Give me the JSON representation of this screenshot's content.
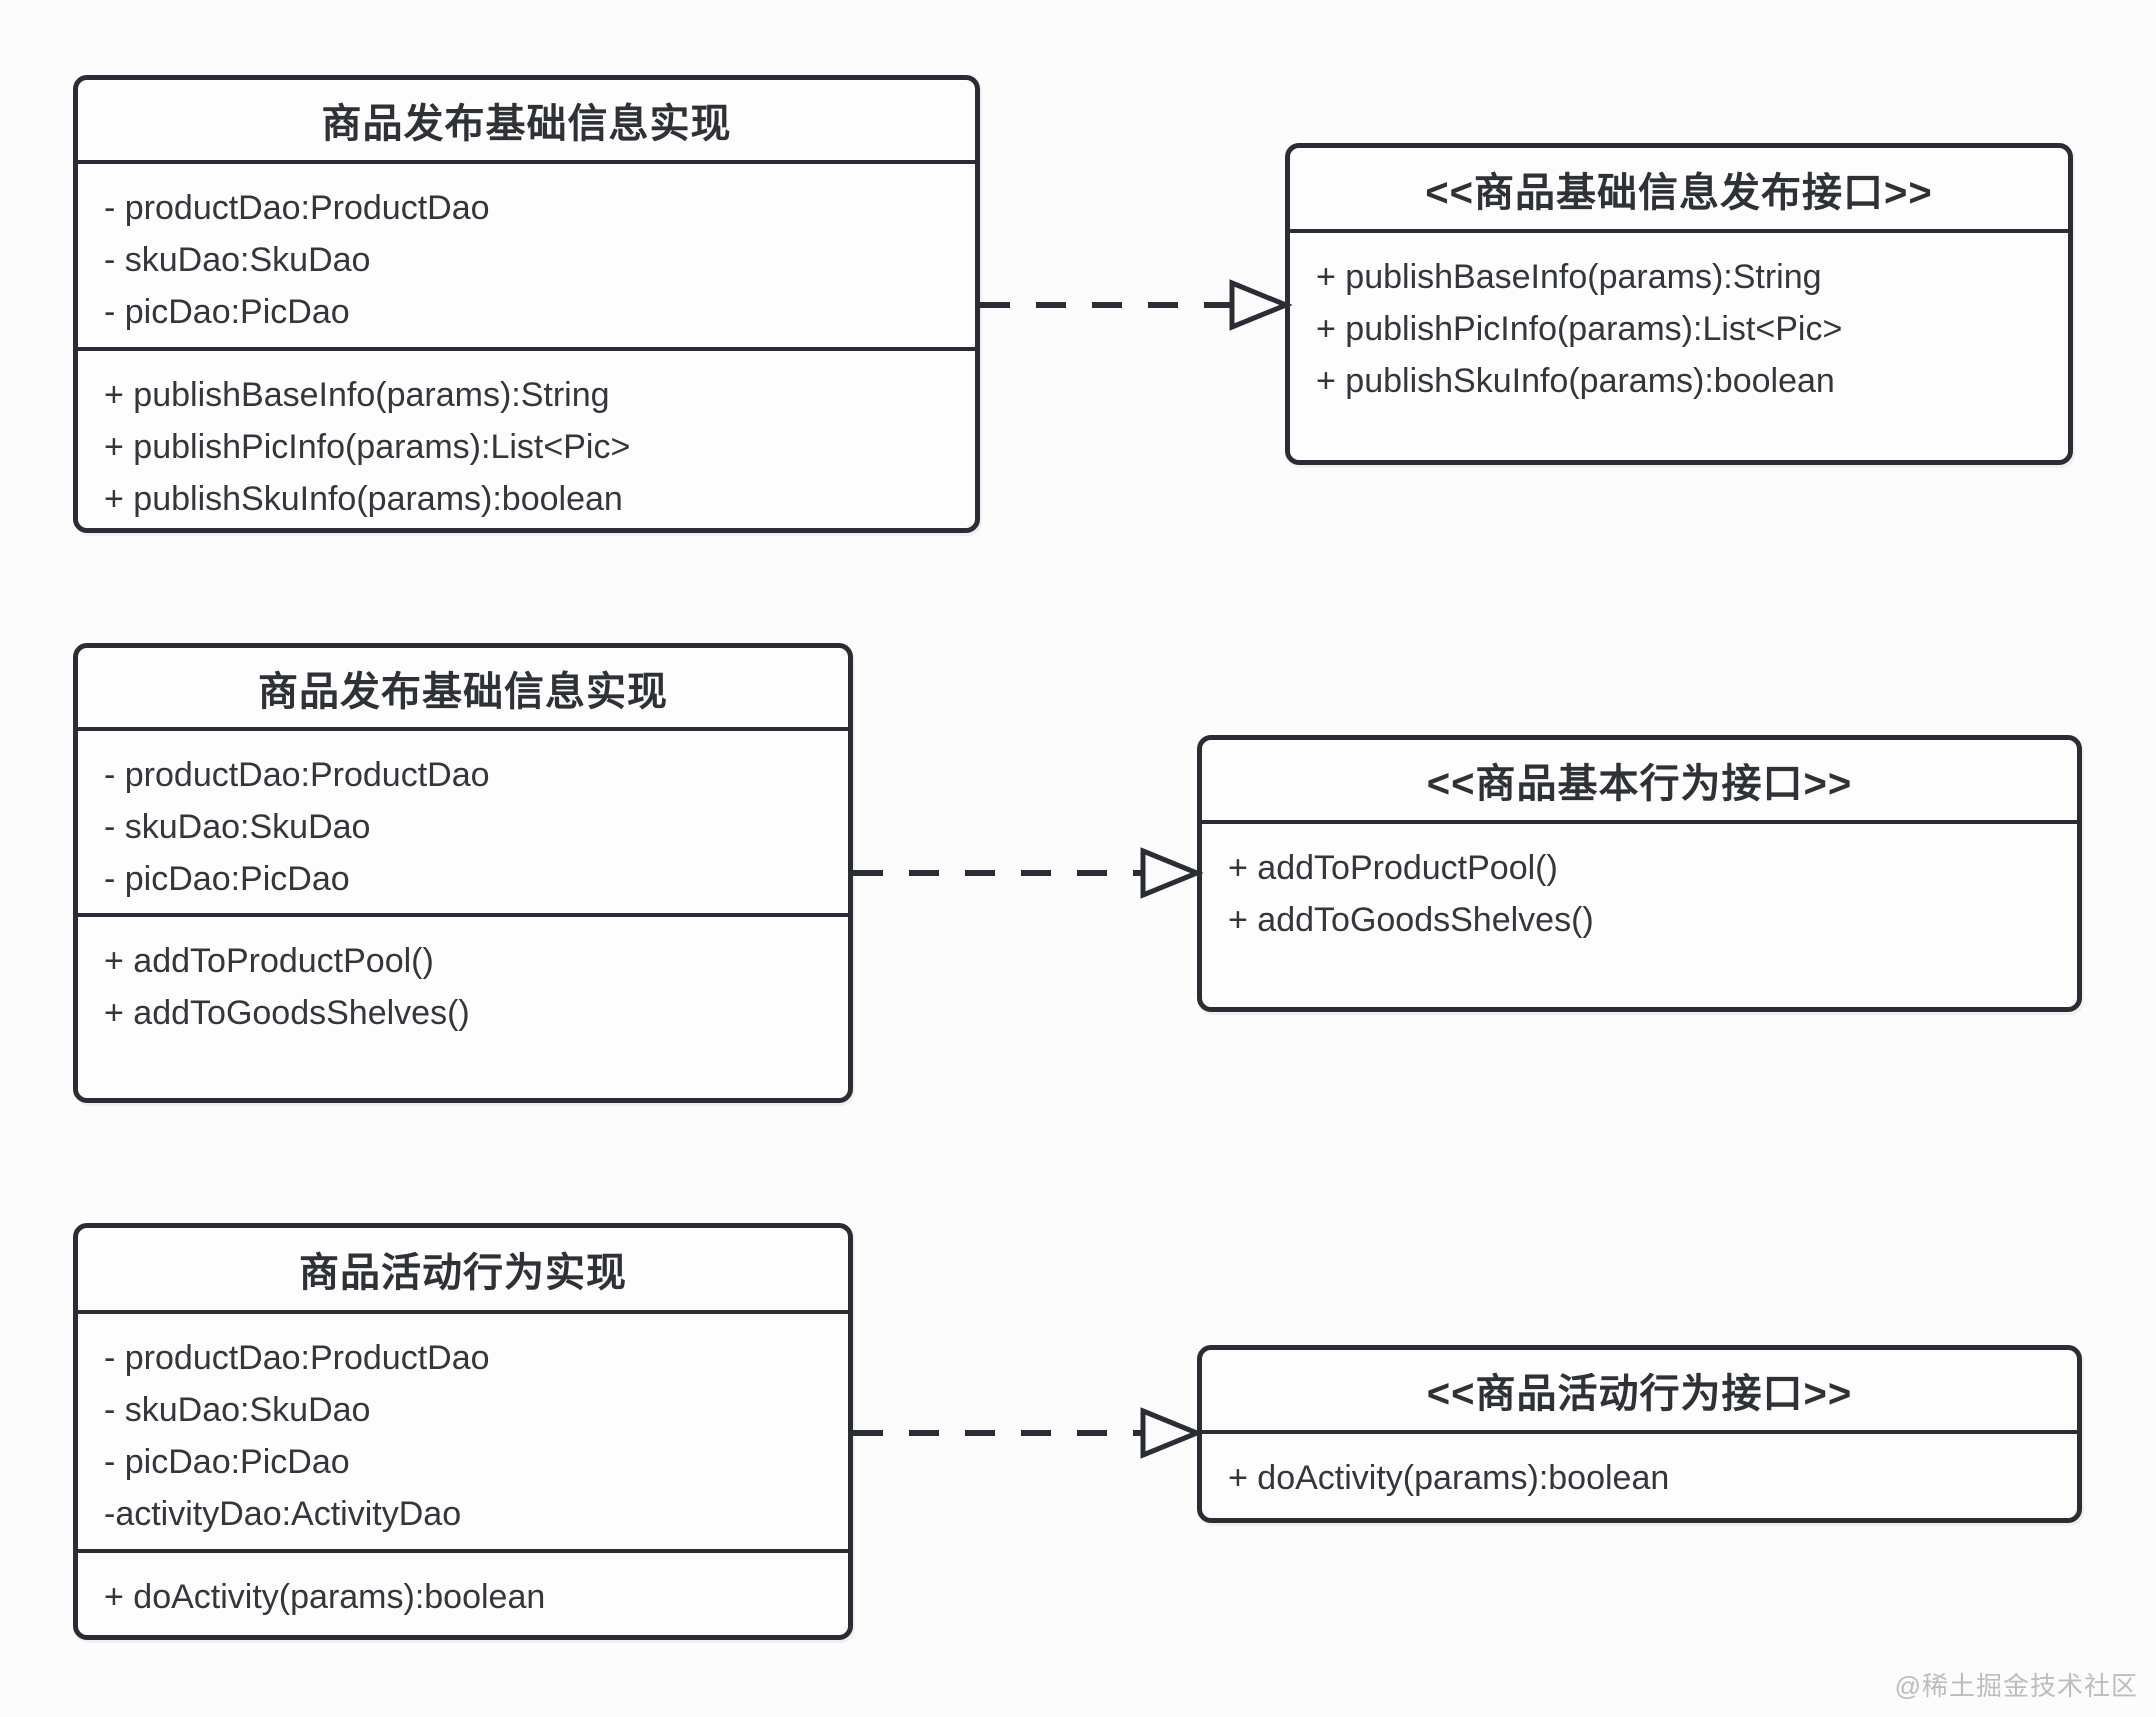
{
  "page": {
    "watermark": "@稀土掘金技术社区"
  },
  "colors": {
    "background": "#fcfcfc",
    "line": "#2a2e34",
    "text": "#33363b",
    "watermark": "#bdbdc1"
  },
  "diagram": {
    "nodes": [
      {
        "id": "publish-impl",
        "kind": "class",
        "title": "商品发布基础信息实现",
        "attributes": [
          "- productDao:ProductDao",
          "- skuDao:SkuDao",
          "- picDao:PicDao"
        ],
        "methods": [
          "+ publishBaseInfo(params):String",
          "+ publishPicInfo(params):List<Pic>",
          "+ publishSkuInfo(params):boolean"
        ]
      },
      {
        "id": "publish-iface",
        "kind": "interface",
        "title": "<<商品基础信息发布接口>>",
        "attributes": [],
        "methods": [
          "+ publishBaseInfo(params):String",
          "+ publishPicInfo(params):List<Pic>",
          "+ publishSkuInfo(params):boolean"
        ]
      },
      {
        "id": "behavior-impl",
        "kind": "class",
        "title": "商品发布基础信息实现",
        "attributes": [
          "- productDao:ProductDao",
          "- skuDao:SkuDao",
          "- picDao:PicDao"
        ],
        "methods": [
          "+ addToProductPool()",
          "+ addToGoodsShelves()"
        ]
      },
      {
        "id": "behavior-iface",
        "kind": "interface",
        "title": "<<商品基本行为接口>>",
        "attributes": [],
        "methods": [
          "+ addToProductPool()",
          "+ addToGoodsShelves()"
        ]
      },
      {
        "id": "activity-impl",
        "kind": "class",
        "title": "商品活动行为实现",
        "attributes": [
          "- productDao:ProductDao",
          "- skuDao:SkuDao",
          "- picDao:PicDao",
          "-activityDao:ActivityDao"
        ],
        "methods": [
          "+ doActivity(params):boolean"
        ]
      },
      {
        "id": "activity-iface",
        "kind": "interface",
        "title": "<<商品活动行为接口>>",
        "attributes": [],
        "methods": [
          "+ doActivity(params):boolean"
        ]
      }
    ],
    "edges": [
      {
        "from": "publish-impl",
        "to": "publish-iface",
        "type": "realization",
        "style": "dashed",
        "head": "hollow-triangle"
      },
      {
        "from": "behavior-impl",
        "to": "behavior-iface",
        "type": "realization",
        "style": "dashed",
        "head": "hollow-triangle"
      },
      {
        "from": "activity-impl",
        "to": "activity-iface",
        "type": "realization",
        "style": "dashed",
        "head": "hollow-triangle"
      }
    ]
  }
}
